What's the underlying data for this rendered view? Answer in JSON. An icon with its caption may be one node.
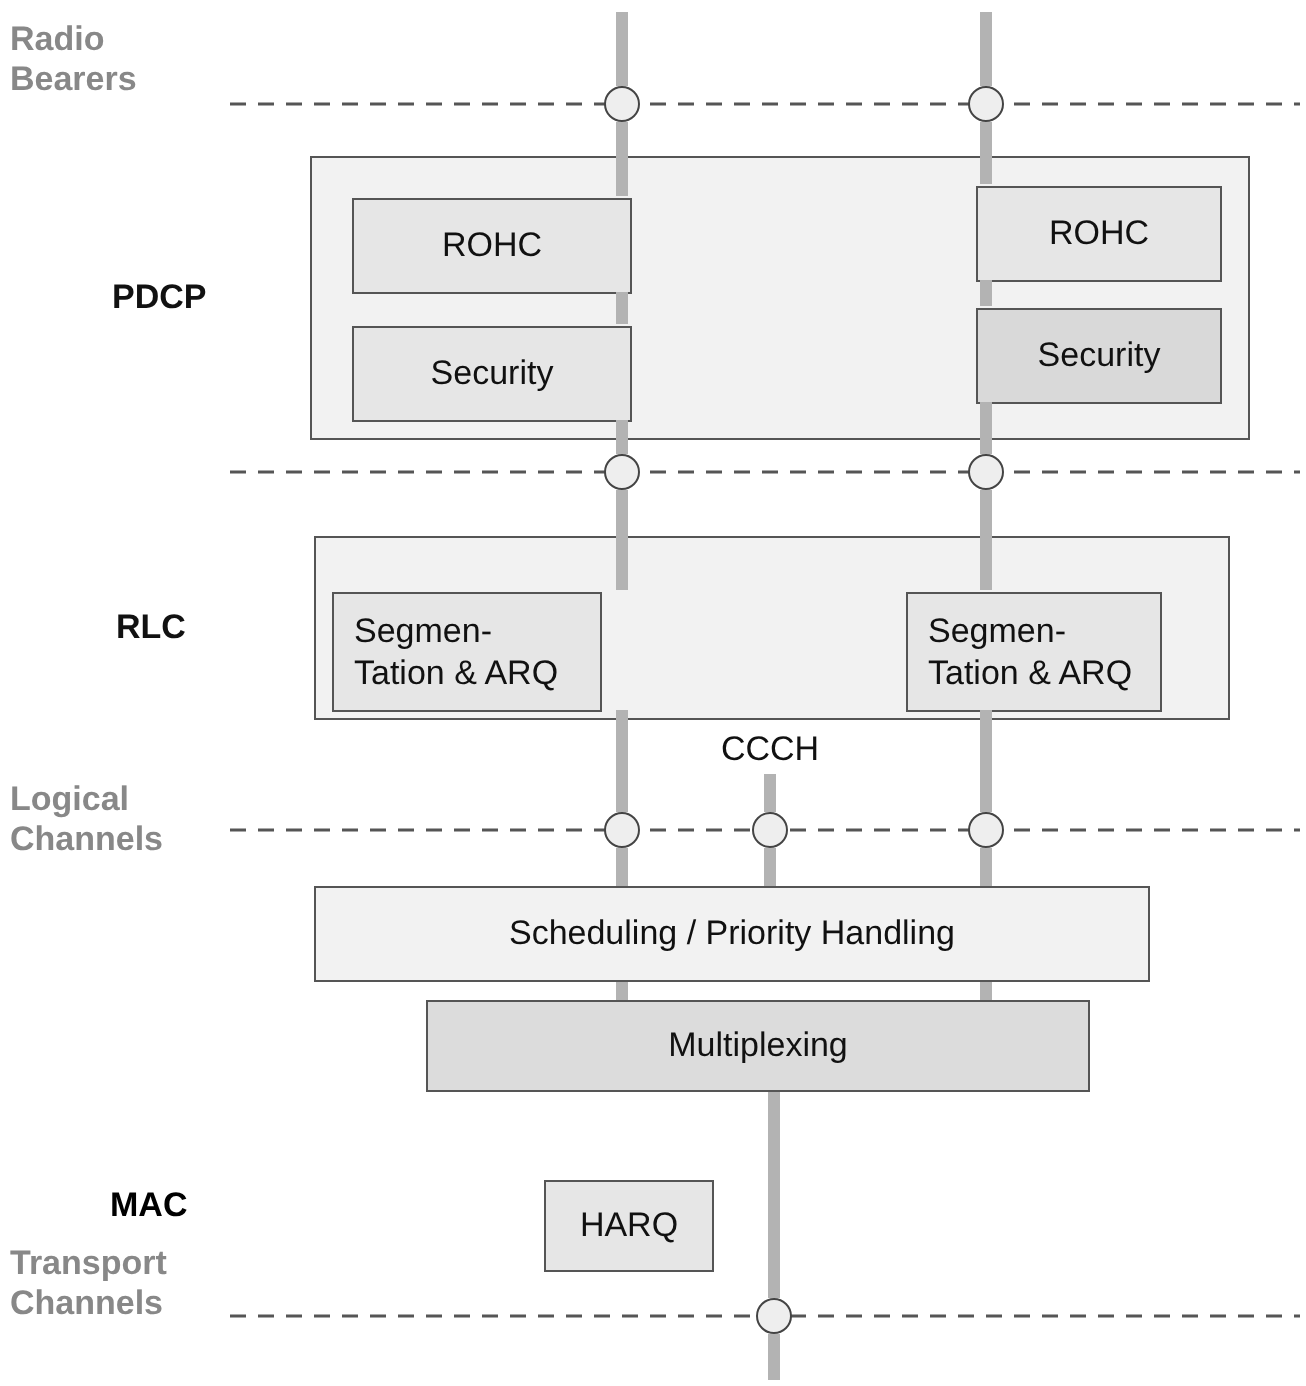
{
  "diagram": {
    "nodes": [
      {
        "text": [
          "PDCP"
        ]
      },
      {
        "text": [
          "ROHC"
        ],
        "in": 0
      },
      {
        "text": [
          "Security"
        ],
        "in": 0
      },
      {
        "text": [
          "ROHC"
        ],
        "in": 0
      },
      {
        "text": [
          "Security"
        ],
        "in": 0
      },
      {
        "text": [
          "RLC"
        ]
      },
      {
        "text": [
          "Segmen- Tation & ARQ"
        ],
        "in": 5
      },
      {
        "text": [
          "Segmen- Tation & ARQ"
        ],
        "in": 5
      },
      {
        "text": [
          "CCCH"
        ]
      },
      {
        "text": [
          "Scheduling / Priority Handling"
        ]
      },
      {
        "text": [
          "Multiplexing"
        ]
      },
      {
        "text": [
          "HARQ"
        ]
      },
      {
        "text": [],
        "shape": "circle"
      },
      {
        "text": [],
        "shape": "circle"
      },
      {
        "text": [],
        "shape": "circle"
      },
      {
        "text": [],
        "shape": "circle"
      },
      {
        "text": [],
        "shape": "circle"
      },
      {
        "text": [],
        "shape": "circle"
      },
      {
        "text": [],
        "shape": "circle"
      },
      {
        "text": [],
        "shape": "circle"
      }
    ],
    "edges": [
      {
        "from": null,
        "to": 12,
        "arrow": "none"
      },
      {
        "from": 12,
        "to": 1,
        "arrow": "none"
      },
      {
        "from": 1,
        "to": 2,
        "arrow": "none"
      },
      {
        "from": 2,
        "to": 14,
        "arrow": "none"
      },
      {
        "from": 14,
        "to": 6,
        "arrow": "none"
      },
      {
        "from": 6,
        "to": 16,
        "arrow": "none"
      },
      {
        "from": 16,
        "to": 9,
        "arrow": "none"
      },
      {
        "from": 9,
        "to": 10,
        "arrow": "none"
      },
      {
        "from": null,
        "to": 13,
        "arrow": "none"
      },
      {
        "from": 13,
        "to": 3,
        "arrow": "none"
      },
      {
        "from": 3,
        "to": 4,
        "arrow": "none"
      },
      {
        "from": 4,
        "to": 15,
        "arrow": "none"
      },
      {
        "from": 15,
        "to": 7,
        "arrow": "none"
      },
      {
        "from": 7,
        "to": 18,
        "arrow": "none"
      },
      {
        "from": 18,
        "to": 9,
        "arrow": "none"
      },
      {
        "from": 9,
        "to": 10,
        "arrow": "none"
      },
      {
        "from": 8,
        "to": 17,
        "arrow": "none"
      },
      {
        "from": 17,
        "to": 9,
        "arrow": "none"
      },
      {
        "from": 10,
        "to": 19,
        "arrow": "none"
      },
      {
        "from": 19,
        "to": null,
        "arrow": "none"
      }
    ],
    "labels": [
      "Radio Bearers",
      "Logical Channels",
      "MAC",
      "Transport Channels"
    ]
  }
}
